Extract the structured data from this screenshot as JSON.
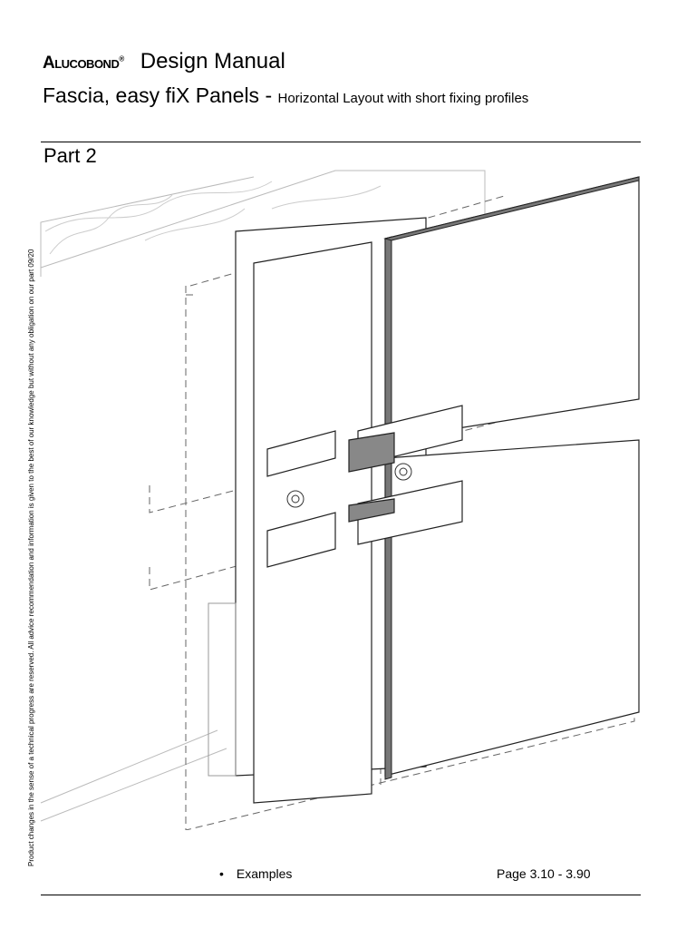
{
  "header": {
    "brand": "Alucobond",
    "brand_mark": "®",
    "title": "Design Manual",
    "subtitle_main": "Fascia, easy fiX Panels - ",
    "subtitle_small": "Horizontal Layout with short fixing profiles"
  },
  "section": {
    "part": "Part 2"
  },
  "side_note": "Product changes in the sense of a technical progress are reserved. All advice recommendation and information is given to the best of our knowledge but without any obligation on our part 09/20",
  "footer": {
    "bullet_item": "Examples",
    "page_ref": "Page 3.10 - 3.90"
  }
}
